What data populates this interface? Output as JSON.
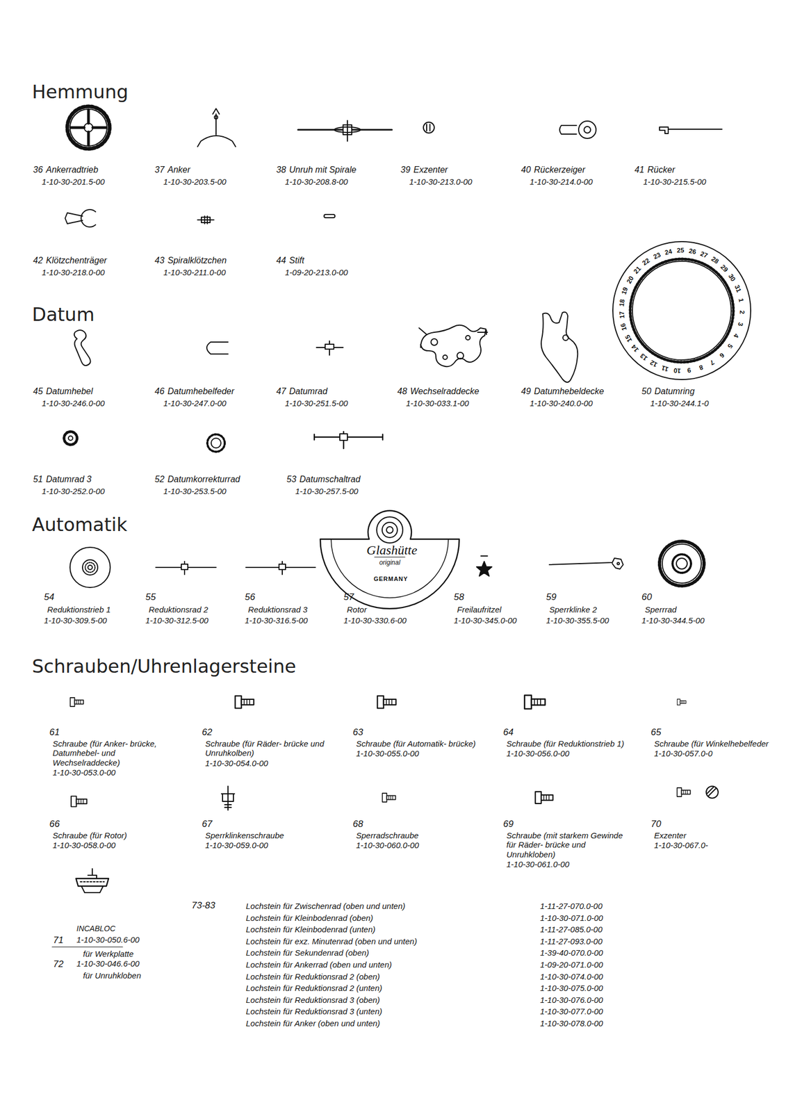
{
  "diagram": {
    "labels": [
      "Hemmung",
      "36",
      "Ankerradtrieb",
      "1-10-30-201.5-00",
      "37",
      "Anker",
      "1-10-30-203.5-00",
      "38",
      "Unruh mit Spirale",
      "1-10-30-208.8-00",
      "39",
      "Exzenter",
      "1-10-30-213.0-00",
      "40",
      "Rückerzeiger",
      "1-10-30-214.0-00",
      "41",
      "Rücker",
      "1-10-30-215.5-00",
      "42",
      "Klötzchenträger",
      "1-10-30-218.0-00",
      "43",
      "Spiralklötzchen",
      "1-10-30-211.0-00",
      "44",
      "Stift",
      "1-09-20-213.0-00",
      "Datum",
      "45",
      "Datumhebel",
      "1-10-30-246.0-00",
      "46",
      "Datumhebelfeder",
      "1-10-30-247.0-00",
      "47",
      "Datumrad",
      "1-10-30-251.5-00",
      "48",
      "Wechselraddecke",
      "1-10-30-033.1-00",
      "49",
      "Datumhebeldecke",
      "1-10-30-240.0-00",
      "50",
      "Datumring",
      "1-10-30-244.1-0",
      "51",
      "Datumrad 3",
      "1-10-30-252.0-00",
      "52",
      "Datumkorrekturrad",
      "1-10-30-253.5-00",
      "53",
      "Datumschaltrad",
      "1-10-30-257.5-00",
      "1",
      "2",
      "3",
      "4",
      "5",
      "6",
      "7",
      "8",
      "9",
      "10",
      "11",
      "12",
      "13",
      "14",
      "15",
      "16",
      "17",
      "18",
      "19",
      "20",
      "21",
      "22",
      "23",
      "24",
      "25",
      "26",
      "27",
      "28",
      "29",
      "30",
      "31",
      "Automatik",
      "Glashütte",
      "original",
      "GERMANY",
      "54",
      "Reduktionstrieb 1",
      "1-10-30-309.5-00",
      "55",
      "Reduktionsrad 2",
      "1-10-30-312.5-00",
      "56",
      "Reduktionsrad 3",
      "1-10-30-316.5-00",
      "57",
      "Rotor",
      "1-10-30-330.6-00",
      "58",
      "Freilaufritzel",
      "1-10-30-345.0-00",
      "59",
      "Sperrklinke 2",
      "1-10-30-355.5-00",
      "60",
      "Sperrrad",
      "1-10-30-344.5-00",
      "Schrauben/Uhrenlagersteine",
      "61",
      "Schraube (für Anker- brücke, Datumhebel- und Wechselraddecke)",
      "1-10-30-053.0-00",
      "62",
      "Schraube (für Räder- brücke und Unruhkolben)",
      "1-10-30-054.0-00",
      "63",
      "Schraube (für Automatik- brücke)",
      "1-10-30-055.0-00",
      "64",
      "Schraube (für Reduktionstrieb 1)",
      "1-10-30-056.0-00",
      "65",
      "Schraube (für Winkelhebelfeder",
      "1-10-30-057.0-0",
      "66",
      "Schraube (für Rotor)",
      "1-10-30-058.0-00",
      "67",
      "Sperrklinkenschraube",
      "1-10-30-059.0-00",
      "68",
      "Sperradschraube",
      "1-10-30-060.0-00",
      "69",
      "Schraube (mit starkem Gewinde für Räder- brücke und Unruhkloben)",
      "1-10-30-061.0-00",
      "70",
      "Exzenter",
      "1-10-30-067.0-",
      "INCABLOC",
      "71",
      "1-10-30-050.6-00",
      "für Werkplatte",
      "72",
      "1-10-30-046.6-00",
      "für Unruhkloben",
      "73-83",
      "Lochstein für Zwischenrad (oben und unten)",
      "1-11-27-070.0-00",
      "Lochstein für Kleinbodenrad (oben)",
      "1-10-30-071.0-00",
      "Lochstein für Kleinbodenrad (unten)",
      "1-11-27-085.0-00",
      "Lochstein für exz. Minutenrad (oben und unten)",
      "1-11-27-093.0-00",
      "Lochstein für Sekundenrad (oben)",
      "1-39-40-070.0-00",
      "Lochstein für Ankerrad (oben und unten)",
      "1-09-20-071.0-00",
      "Lochstein für Reduktionsrad 2 (oben)",
      "1-10-30-074.0-00",
      "Lochstein für Reduktionsrad 2 (unten)",
      "1-10-30-075.0-00",
      "Lochstein für Reduktionsrad 3 (oben)",
      "1-10-30-076.0-00",
      "Lochstein für Reduktionsrad 3 (unten)",
      "1-10-30-077.0-00",
      "Lochstein für Anker (oben und unten)",
      "1-10-30-078.0-00"
    ]
  }
}
